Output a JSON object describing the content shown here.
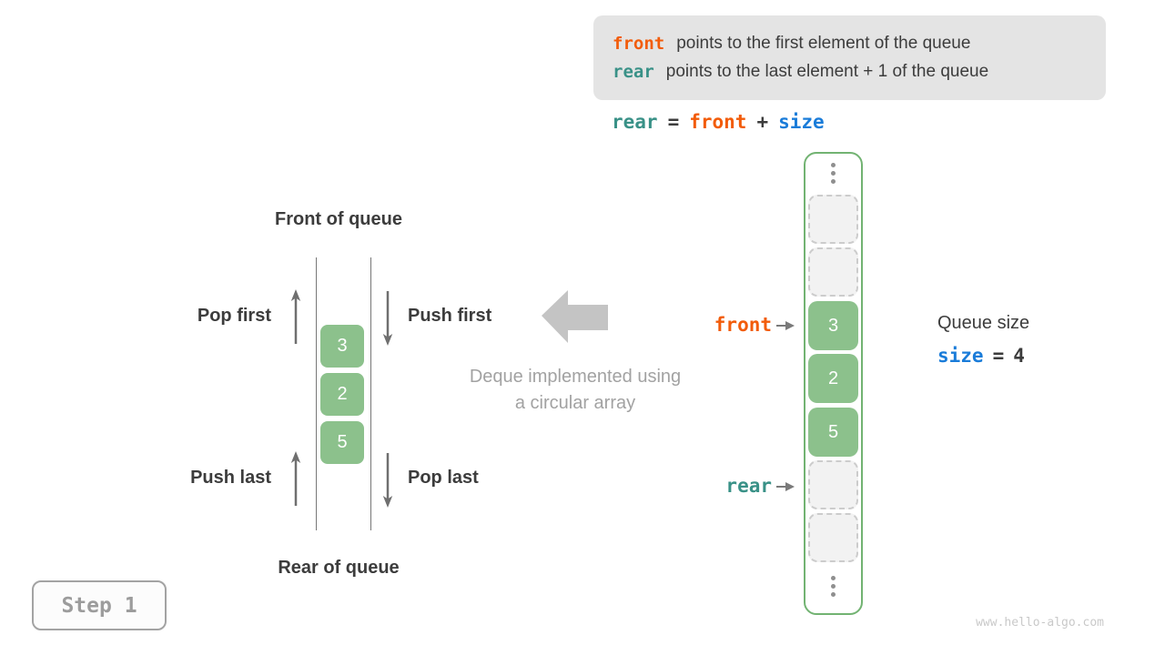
{
  "info_box": {
    "lines": [
      {
        "code": "front",
        "text": "points to the first element of the queue"
      },
      {
        "code": "rear",
        "text": "points to the last element + 1 of the queue"
      }
    ]
  },
  "formula": {
    "rear": "rear",
    "eq": "=",
    "front": "front",
    "plus": "+",
    "size": "size"
  },
  "left_diagram": {
    "front_label": "Front of queue",
    "rear_label": "Rear of queue",
    "pop_first": "Pop first",
    "push_first": "Push first",
    "push_last": "Push last",
    "pop_last": "Pop last",
    "values": [
      "3",
      "2",
      "5"
    ]
  },
  "caption": {
    "line1": "Deque implemented using",
    "line2": "a circular array"
  },
  "array": {
    "cells": [
      {
        "type": "empty",
        "value": ""
      },
      {
        "type": "empty",
        "value": ""
      },
      {
        "type": "filled",
        "value": "3"
      },
      {
        "type": "filled",
        "value": "2"
      },
      {
        "type": "filled",
        "value": "5"
      },
      {
        "type": "empty",
        "value": ""
      },
      {
        "type": "empty",
        "value": ""
      }
    ],
    "front_pointer": "front",
    "rear_pointer": "rear"
  },
  "queue_size": {
    "title": "Queue size",
    "code": "size",
    "equals": "=",
    "value": "4"
  },
  "step_badge": {
    "label": "Step 1"
  },
  "watermark": "www.hello-algo.com",
  "colors": {
    "orange": "#f25c0a",
    "teal": "#399187",
    "blue": "#1a7cd9",
    "green_fill": "#8cc18c",
    "green_border": "#72b372",
    "dark_text": "#3c3c3c",
    "gray_text": "#a2a2a2",
    "light_gray_box": "#e4e4e4",
    "empty_cell_bg": "#f2f2f2",
    "empty_cell_border": "#cccccc",
    "arrow_gray": "#6f6f6f",
    "big_arrow_gray": "#c4c4c4",
    "line_gray": "#777777",
    "dot_gray": "#8f8f8f",
    "step_gray": "#9c9c9c",
    "step_border": "#a3a3a3",
    "watermark_gray": "#c9c9c9"
  }
}
